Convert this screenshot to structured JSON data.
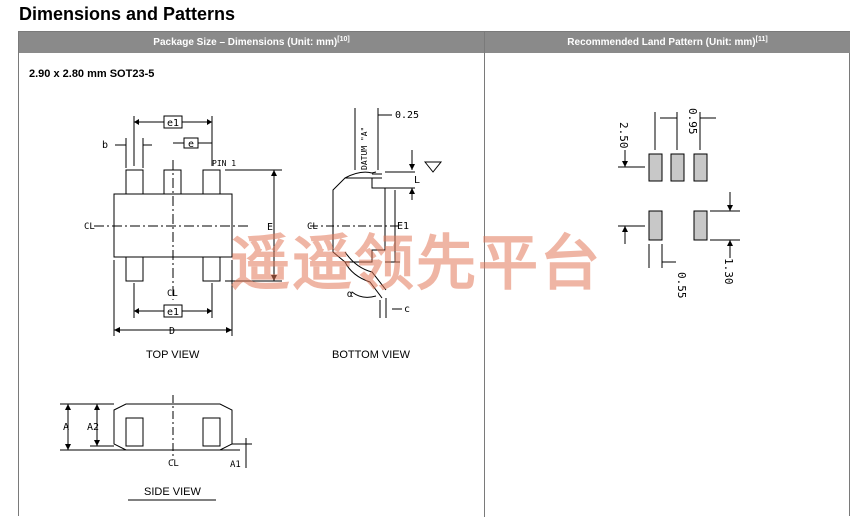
{
  "page": {
    "title": "Dimensions and Patterns"
  },
  "table": {
    "left_header": "Package Size – Dimensions (Unit: mm)",
    "left_header_ref": "[10]",
    "right_header": "Recommended Land Pattern (Unit: mm)",
    "right_header_ref": "[11]",
    "package_name": "2.90 x 2.80 mm SOT23-5"
  },
  "drawing": {
    "top_view_label": "TOP VIEW",
    "bottom_view_label": "BOTTOM VIEW",
    "side_view_label": "SIDE VIEW",
    "top_labels": {
      "e1": "e1",
      "e": "e",
      "b": "b",
      "pin1": "PIN 1",
      "E": "E",
      "CL_left": "CL",
      "CL_bottom": "CL",
      "e1_bottom": "e1",
      "D": "D"
    },
    "bottom_labels": {
      "datum": "DATUM \"A\"",
      "dim_025": "0.25",
      "L": "L",
      "E1": "E1",
      "CL": "CL",
      "alpha": "α",
      "c": "c"
    },
    "side_labels": {
      "A": "A",
      "A2": "A2",
      "CL": "CL",
      "A1": "A1"
    }
  },
  "land_pattern": {
    "dim_095": "0.95",
    "dim_250": "2.50",
    "dim_055": "0.55",
    "dim_130": "1.30"
  },
  "watermark": {
    "text": "遥遥领先平台"
  }
}
